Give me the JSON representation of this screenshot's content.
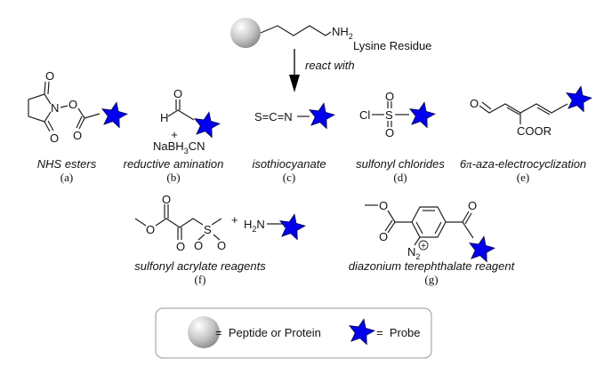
{
  "colors": {
    "probe": "#0000ee",
    "probe_outline": "#000044",
    "sphere": "#c8c8c8"
  },
  "top": {
    "amine": "NH",
    "amine_sub": "2",
    "lysine_label": "Lysine Residue",
    "arrow_label": "react with"
  },
  "reagents": [
    {
      "name": "NHS esters",
      "tag": "(a)"
    },
    {
      "name": "reductive amination",
      "tag": "(b)",
      "plus": "+",
      "reductant_a": "NaBH",
      "reductant_sub": "3",
      "reductant_b": "CN",
      "h": "H"
    },
    {
      "name": "isothiocyanate",
      "tag": "(c)",
      "formula": "S=C=N"
    },
    {
      "name": "sulfonyl chlorides",
      "tag": "(d)",
      "cl": "Cl",
      "s": "S"
    },
    {
      "name": "-aza-electrocyclization",
      "prefix": "6",
      "pi": "π",
      "tag": "(e)",
      "ester": "COOR"
    },
    {
      "name": "sulfonyl acrylate reagents",
      "tag": "(f)",
      "plus": "+",
      "amine": "H",
      "amine_sub": "2",
      "amine_n": "N",
      "s": "S"
    },
    {
      "name": "diazonium terephthalate reagent",
      "tag": "(g)",
      "n": "N",
      "n_sub": "2",
      "charge": "+"
    }
  ],
  "atoms": {
    "o": "O",
    "n": "N"
  },
  "legend": {
    "sphere_label": "=  Peptide or Protein",
    "star_label": "=  Probe"
  }
}
